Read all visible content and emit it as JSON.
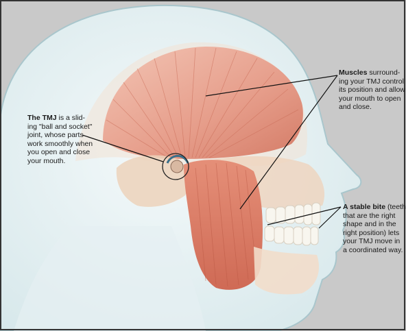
{
  "labels": {
    "tmj": {
      "bold": "The TMJ",
      "text": " is a slid-\ning \"ball and socket\"\njoint, whose parts\nwork smoothly when\nyou open and close\nyour mouth."
    },
    "muscles": {
      "bold": "Muscles",
      "text": " surround-\ning your TMJ control\nits position and allow\nyour mouth to open\nand close."
    },
    "bite": {
      "bold": "A stable bite",
      "text": " (teeth\nthat are the right\nshape and in the\nright position) lets\nyour TMJ move in\na coordinated way."
    }
  },
  "colors": {
    "background": "#c9c9c9",
    "skin": "#e3eef0",
    "skin_edge": "#a9c6cc",
    "muscle": "#e49a86",
    "muscle_dark": "#c8654f",
    "bone": "#f0d6be",
    "tooth": "#f8f6ef"
  }
}
